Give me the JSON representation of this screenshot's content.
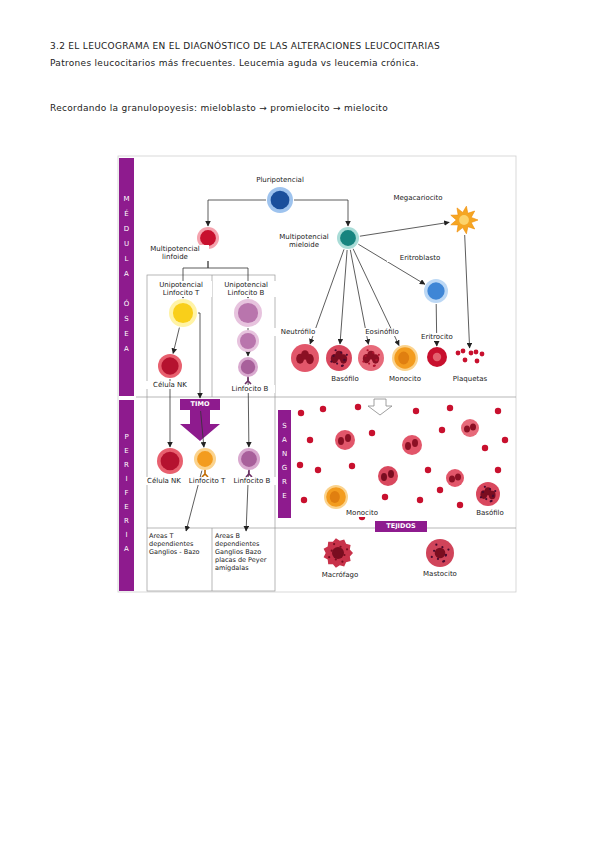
{
  "diagram": {
    "title": "3.2 EL LEUCOGRAMA EN EL DIAGNÓSTICO DE LAS ALTERACIONES LEUCOCITARIAS",
    "nodes": [
      {
        "text": [
          "MÉDULA ÓSEA"
        ]
      },
      {
        "text": [
          "PERIFERIA"
        ]
      },
      {
        "text": [
          "Pluripotencial"
        ]
      },
      {
        "text": [
          "Multipotencial linfoide"
        ]
      },
      {
        "text": [
          "Multipotencial mieloide"
        ]
      },
      {
        "text": [
          "Megacariocito"
        ]
      },
      {
        "text": [
          "Unipotencial Linfocito T"
        ]
      },
      {
        "text": [
          "Unipotencial Linfocito B"
        ]
      },
      {
        "text": [
          "Eritroblasto"
        ]
      },
      {
        "text": [
          "Neutrófilo"
        ]
      },
      {
        "text": [
          "Eosinófilo"
        ]
      },
      {
        "text": [
          "Basófilo"
        ]
      },
      {
        "text": [
          "Monocito"
        ]
      },
      {
        "text": [
          "Eritrocito"
        ]
      },
      {
        "text": [
          "Plaquetas"
        ]
      },
      {
        "text": [
          "Célula NK"
        ]
      },
      {
        "text": [
          "Linfocito B"
        ]
      },
      {
        "text": [
          "TIMO"
        ]
      },
      {
        "text": [
          "Célula NK"
        ]
      },
      {
        "text": [
          "Linfocito T"
        ]
      },
      {
        "text": [
          "Linfocito B"
        ]
      },
      {
        "text": [
          "SANGRE"
        ]
      },
      {
        "text": [
          "Monocito"
        ]
      },
      {
        "text": [
          "Basófilo"
        ]
      },
      {
        "text": [
          "TEJIDOS"
        ]
      },
      {
        "text": [
          "Macrófago"
        ]
      },
      {
        "text": [
          "Mastocito"
        ]
      },
      {
        "text": [
          "Areas T dependientes Ganglios - Bazo"
        ]
      },
      {
        "text": [
          "Areas B dependientes Ganglios Bazo placas de Peyer amígdalas"
        ]
      }
    ],
    "edges": [
      {
        "from": 2,
        "to": 3,
        "arrow": "to"
      },
      {
        "from": 2,
        "to": 4,
        "arrow": "to"
      },
      {
        "from": 3,
        "to": 6,
        "arrow": "to"
      },
      {
        "from": 3,
        "to": 7,
        "arrow": "to"
      },
      {
        "from": 4,
        "to": 5,
        "arrow": "to"
      },
      {
        "from": 4,
        "to": 8,
        "arrow": "to"
      },
      {
        "from": 4,
        "to": 9,
        "arrow": "to"
      },
      {
        "from": 4,
        "to": 11,
        "arrow": "to"
      },
      {
        "from": 4,
        "to": 10,
        "arrow": "to"
      },
      {
        "from": 4,
        "to": 12,
        "arrow": "to"
      },
      {
        "from": 8,
        "to": 13,
        "arrow": "to"
      },
      {
        "from": 5,
        "to": 14,
        "arrow": "to"
      },
      {
        "from": 6,
        "to": 15,
        "arrow": "to"
      },
      {
        "from": 6,
        "to": 17,
        "arrow": "to"
      },
      {
        "from": 7,
        "to": 16,
        "arrow": "to"
      },
      {
        "from": 15,
        "to": 18,
        "arrow": "to"
      },
      {
        "from": 17,
        "to": 19,
        "arrow": "to"
      },
      {
        "from": 16,
        "to": 20,
        "arrow": "to"
      },
      {
        "from": 19,
        "to": 27,
        "arrow": "to"
      },
      {
        "from": 20,
        "to": 28,
        "arrow": "to"
      }
    ],
    "labels": [
      "Patrones leucocitarios más frecuentes. Leucemia aguda vs leucemia crónica.",
      "Recordando la granulopoyesis: mieloblasto → promielocito → mielocito"
    ]
  }
}
